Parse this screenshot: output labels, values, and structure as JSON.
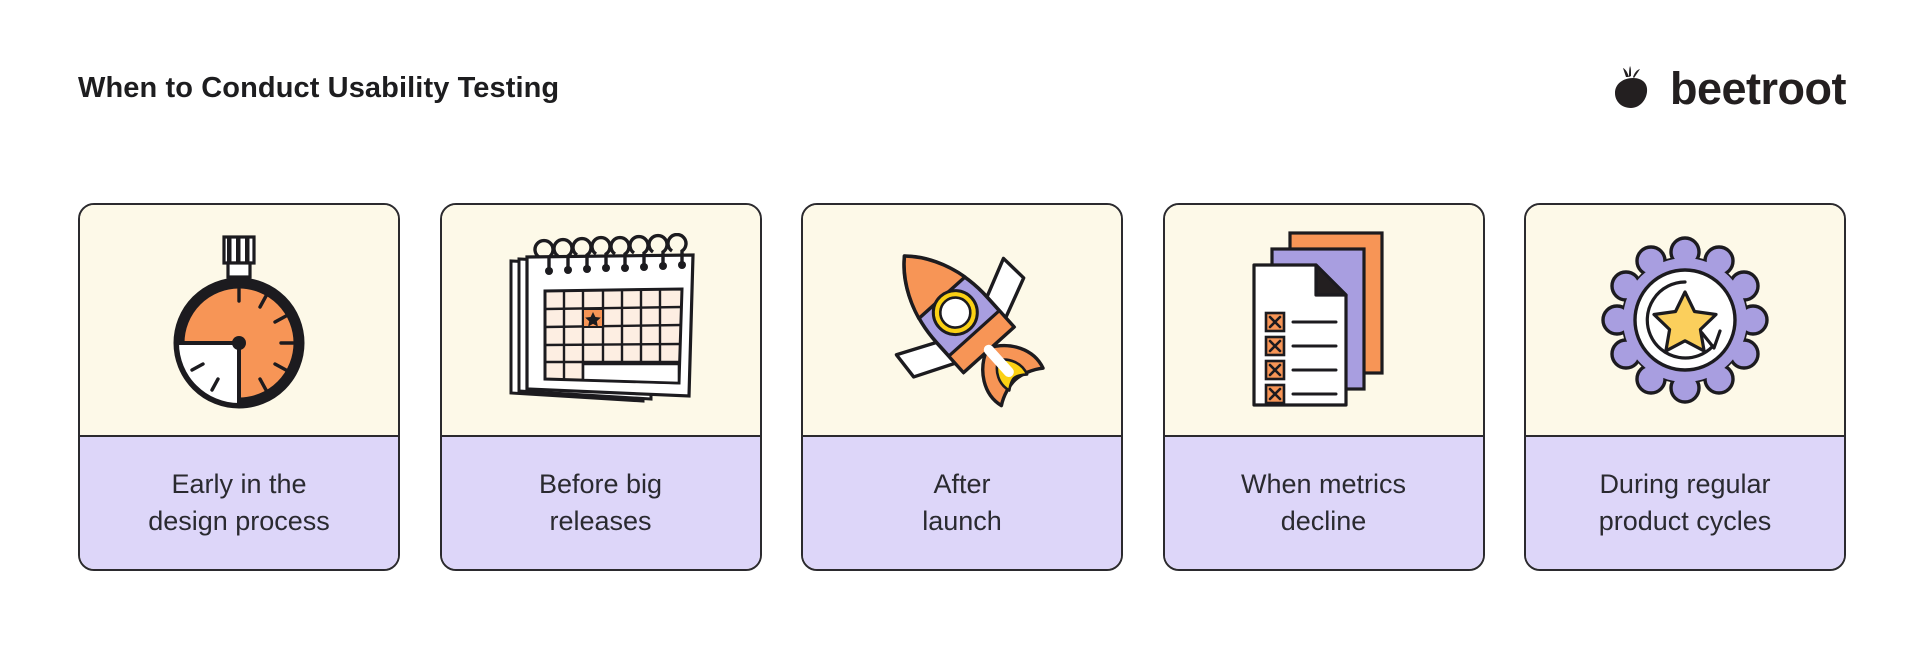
{
  "header": {
    "title": "When to Conduct Usability Testing",
    "logo_text": "beetroot",
    "logo_icon": "beet-icon"
  },
  "colors": {
    "background": "#ffffff",
    "card_top": "#fdf9e8",
    "card_bottom": "#ddd6f9",
    "outline": "#2b2a2e",
    "orange": "#f79556",
    "purple": "#a89ee0",
    "yellow": "#fbcf5c",
    "white": "#ffffff",
    "text": "#2a2a30"
  },
  "cards": [
    {
      "id": "early-design-process",
      "icon": "stopwatch-icon",
      "label": "Early in the\ndesign process"
    },
    {
      "id": "before-big-releases",
      "icon": "calendar-icon",
      "label": "Before big\nreleases"
    },
    {
      "id": "after-launch",
      "icon": "rocket-icon",
      "label": "After\nlaunch"
    },
    {
      "id": "when-metrics-decline",
      "icon": "documents-checklist-icon",
      "label": "When metrics\ndecline"
    },
    {
      "id": "during-regular-product-cycles",
      "icon": "quality-badge-cycle-icon",
      "label": "During regular\nproduct cycles"
    }
  ]
}
